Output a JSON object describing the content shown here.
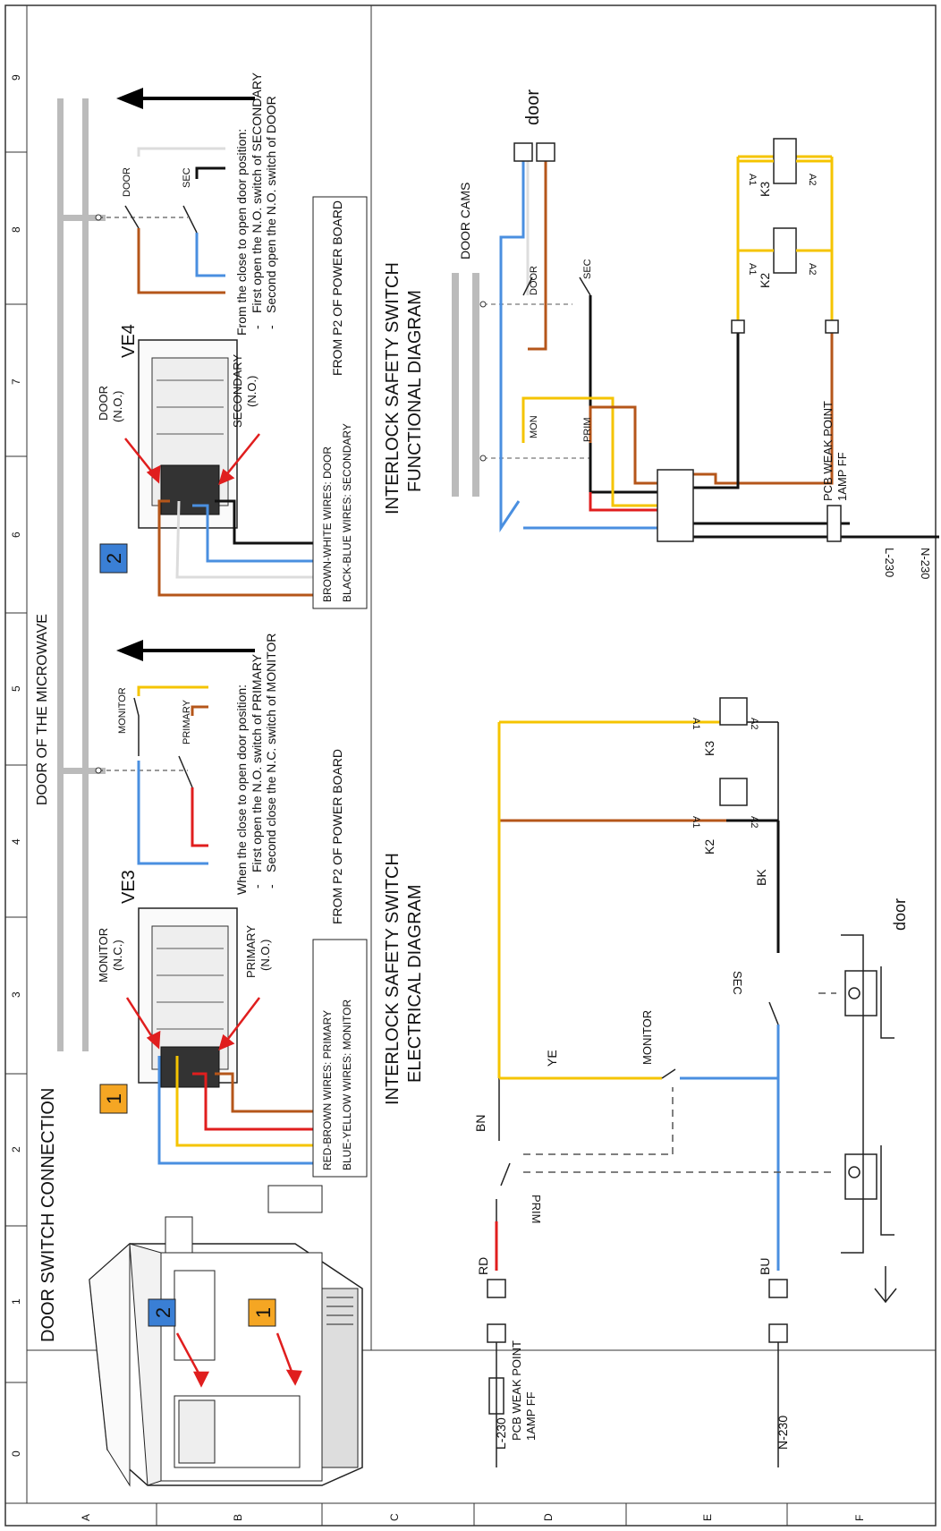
{
  "grid": {
    "columns": [
      "0",
      "1",
      "2",
      "3",
      "4",
      "5",
      "6",
      "7",
      "8",
      "9"
    ],
    "rows": [
      "A",
      "B",
      "C",
      "D",
      "E",
      "F"
    ]
  },
  "sections": {
    "door_switch_connection": "DOOR SWITCH CONNECTION",
    "door_of_microwave": "DOOR OF THE MICROWAVE",
    "electrical_title_1": "INTERLOCK SAFETY SWITCH",
    "electrical_title_2": "ELECTRICAL DIAGRAM",
    "functional_title_1": "INTERLOCK SAFETY SWITCH",
    "functional_title_2": "FUNCTIONAL DIAGRAM"
  },
  "oven": {
    "badge_1": "1",
    "badge_2": "2"
  },
  "ve3": {
    "badge": "1",
    "title": "VE3",
    "monitor_label_1": "MONITOR",
    "monitor_label_2": "(N.C.)",
    "primary_label_1": "PRIMARY",
    "primary_label_2": "(N.O.)",
    "wires_1": "RED-BROWN WIRES: PRIMARY",
    "wires_2": "BLUE-YELLOW WIRES: MONITOR",
    "from": "FROM P2 OF POWER BOARD",
    "note_1": "When the close to open door position:",
    "note_dash_1": "-",
    "note_2": "First open the N.O. switch of PRIMARY",
    "note_dash_2": "-",
    "note_3": "Second close the N.C. switch of MONITOR",
    "sw_monitor": "MONITOR",
    "sw_primary": "PRIMARY"
  },
  "ve4": {
    "badge": "2",
    "title": "VE4",
    "door_label_1": "DOOR",
    "door_label_2": "(N.O.)",
    "secondary_label_1": "SECONDARY",
    "secondary_label_2": "(N.O.)",
    "wires_1": "BROWN-WHITE WIRES: DOOR",
    "wires_2": "BLACK-BLUE WIRES: SECONDARY",
    "from": "FROM P2 OF POWER BOARD",
    "note_1": "From the close to open door position:",
    "note_dash_1": "-",
    "note_2": "First open the N.O. switch of SECONDARY",
    "note_dash_2": "-",
    "note_3": "Second open the N.O. switch of DOOR",
    "sw_door": "DOOR",
    "sw_sec": "SEC"
  },
  "electrical": {
    "l230": "L-230",
    "n230": "N-230",
    "pcb_1": "PCB WEAK POINT",
    "pcb_2": "1AMP FF",
    "rd": "RD",
    "bu": "BU",
    "bn": "BN",
    "ye": "YE",
    "bk": "BK",
    "prim": "PRIM",
    "monitor": "MONITOR",
    "sec": "SEC",
    "k2": "K2",
    "k3": "K3",
    "a1": "A1",
    "a2": "A2",
    "door": "door"
  },
  "functional": {
    "door_cams": "DOOR CAMS",
    "door": "door",
    "sw_door": "DOOR",
    "sw_sec": "SEC",
    "sw_mon": "MON",
    "sw_prim": "PRIM",
    "k2": "K2",
    "k3": "K3",
    "a1": "A1",
    "a2": "A2",
    "pcb_1": "PCB WEAK POINT",
    "pcb_2": "1AMP FF",
    "l230": "L-230",
    "n230": "N-230"
  },
  "colors": {
    "blue": "#4a8fe0",
    "yellow": "#f5c400",
    "red": "#e01e1e",
    "brown": "#b5561a",
    "black": "#111111",
    "grey": "#bbbbbb",
    "badge_orange": "#f5a623",
    "badge_blue": "#3a7fd5"
  }
}
